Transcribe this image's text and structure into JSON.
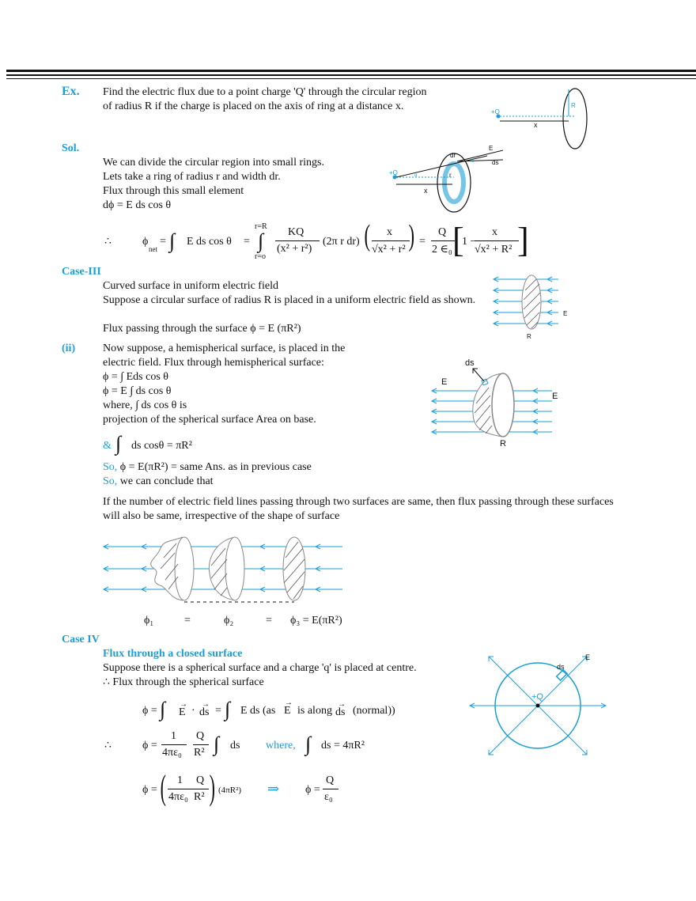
{
  "example": {
    "label": "Ex.",
    "line1": "Find the electric flux due to a point charge 'Q' through the circular region",
    "line2": "of radius R if the charge is placed on the axis of ring at a distance x."
  },
  "solution": {
    "label": "Sol.",
    "lines": [
      "We can divide the circular region into small rings.",
      "Lets take a ring of radius r and width dr.",
      "Flux through this small element",
      "dϕ = E ds cos θ"
    ],
    "therefore": "∴",
    "phi_net": "ϕ",
    "net_sub": "net",
    "eq1": "=",
    "int1": "∫",
    "e_ds_cos": "E ds cos θ",
    "eq2": "=",
    "lim_top": "r=R",
    "lim_bot": "r=o",
    "kq": "KQ",
    "x2r2": "(x² + r²)",
    "two_pi": "(2π r dr)",
    "x_num": "x",
    "sqrt_x2r2": "√x² + r²",
    "eq3": "=",
    "q_num": "Q",
    "two_eps": "2 ∈₀",
    "one_minus": "1 −",
    "x_num2": "x",
    "sqrt_x2R2": "√x² + R²"
  },
  "case3": {
    "label": "Case-III",
    "line1": "Curved surface in uniform electric field",
    "line2": "Suppose a circular surface of radius R is placed in a uniform electric field as shown.",
    "line3": "Flux passing through the surface ϕ = E (πR²)"
  },
  "part2": {
    "label": "(ii)",
    "lines": [
      "Now suppose, a hemispherical surface, is placed in the",
      "electric field. Flux through hemispherical surface:",
      "ϕ = ∫ Eds cos θ",
      "ϕ = E ∫ ds cos θ",
      "where,  ∫ ds cos θ is",
      "projection of the spherical surface Area on base."
    ],
    "amp": "&",
    "int": "∫",
    "ds_cos": "ds cosθ = πR²",
    "so1_label": "So,",
    "so1_text": " ϕ = E(πR²) = same  Ans. as in previous case",
    "so2_label": "So,",
    "so2_text": " we can conclude that",
    "para1": "If the number of electric field lines passing through two surfaces are same, then flux passing through these surfaces",
    "para2": "will also be same, irrespective of the shape of surface"
  },
  "phis": {
    "phi1": "ϕ₁",
    "eqa": "=",
    "phi2": "ϕ₂",
    "eqb": "=",
    "phi3": "ϕ₃ = E(πR²)"
  },
  "case4": {
    "label": "Case IV",
    "heading": "Flux through a closed surface",
    "line1": "Suppose there is a spherical surface and a charge 'q' is placed at centre.",
    "line2": "∴  Flux through the spherical surface",
    "eqA_phi": "ϕ =",
    "eqA_int": "∫",
    "eqA_E": "E",
    "eqA_dot": "·",
    "eqA_ds": "ds",
    "eqA_eq": "=",
    "eqA_int2": "∫",
    "eqA_rest": "E ds  (as",
    "eqA_E2": "E",
    "eqA_along": "is along",
    "eqA_ds2": "ds",
    "eqA_normal": "(normal))",
    "eqB_therefore": "∴",
    "eqB_phi": "ϕ =",
    "eqB_one": "1",
    "eqB_4pe": "4πε₀",
    "eqB_Q": "Q",
    "eqB_R2": "R²",
    "eqB_int": "∫",
    "eqB_ds": "ds",
    "eqB_where": "where,",
    "eqB_int2": "∫",
    "eqB_ds2": "ds =  4πR²",
    "eqC_phi": "ϕ =",
    "eqC_one": "1",
    "eqC_4pe": "4πε₀",
    "eqC_Q": "Q",
    "eqC_R2": "R²",
    "eqC_4piR2": "4πR²",
    "eqC_arrow": "⇒",
    "eqC_phi2": "ϕ =",
    "eqC_Q2": "Q",
    "eqC_eps": "ε₀"
  },
  "figures": {
    "fig1": {
      "q": "+Q",
      "x": "x",
      "r": "R"
    },
    "fig2": {
      "q": "+Q",
      "x": "x",
      "dr": "dr",
      "r": "r",
      "E": "E",
      "ds": "ds",
      "theta": "θ",
      "alpha": "α"
    },
    "fig3": {
      "E": "E",
      "R": "R"
    },
    "fig4": {
      "ds": "ds",
      "E1": "E",
      "E2": "E",
      "R": "R"
    },
    "fig6": {
      "q": "+Q",
      "ds": "ds",
      "E": "E"
    }
  },
  "colors": {
    "accent": "#1a9fd6",
    "text": "#111111",
    "hatch": "#555555"
  }
}
